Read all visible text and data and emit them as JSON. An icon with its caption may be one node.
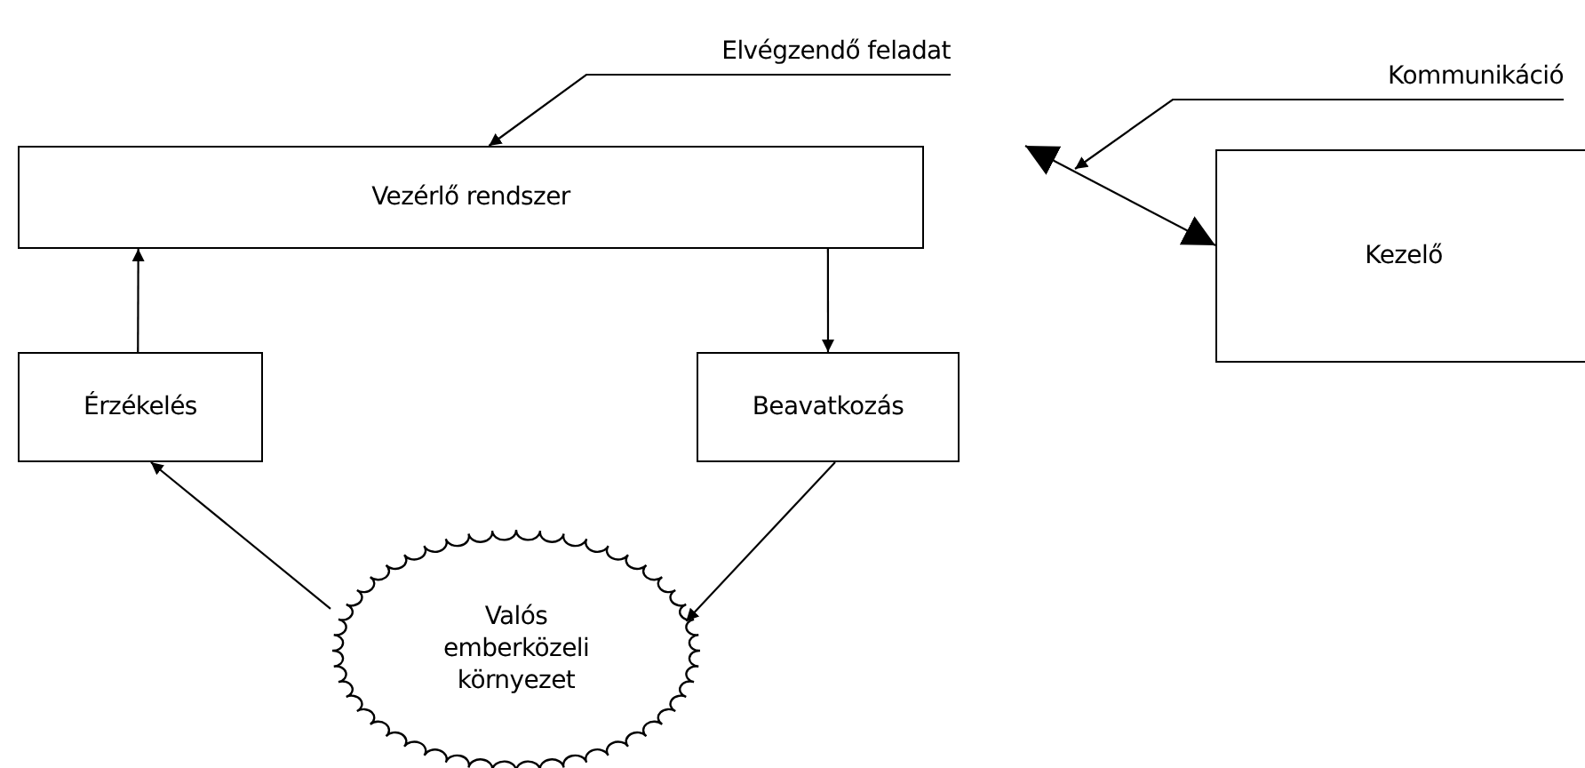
{
  "diagram": {
    "nodes": [
      {
        "text": [
          "Vezérlő rendszer"
        ]
      },
      {
        "text": [
          "Kezelő"
        ]
      },
      {
        "text": [
          "Érzékelés"
        ]
      },
      {
        "text": [
          "Beavatkozás"
        ]
      },
      {
        "text": [
          "Valós emberközeli környezet"
        ]
      },
      {
        "text": [
          "Elvégzendő feladat"
        ]
      },
      {
        "text": [
          "Kommunikáció"
        ]
      }
    ],
    "edges": [
      {
        "from": 2,
        "to": 0,
        "arrow": "to"
      },
      {
        "from": 0,
        "to": 3,
        "arrow": "to"
      },
      {
        "from": 4,
        "to": 2,
        "arrow": "to"
      },
      {
        "from": 3,
        "to": 4,
        "arrow": "to"
      },
      {
        "from": 5,
        "to": 0,
        "arrow": "to"
      },
      {
        "from": 6,
        "to": null,
        "arrow": "to"
      },
      {
        "from": null,
        "to": 1,
        "arrow": "both"
      }
    ]
  }
}
